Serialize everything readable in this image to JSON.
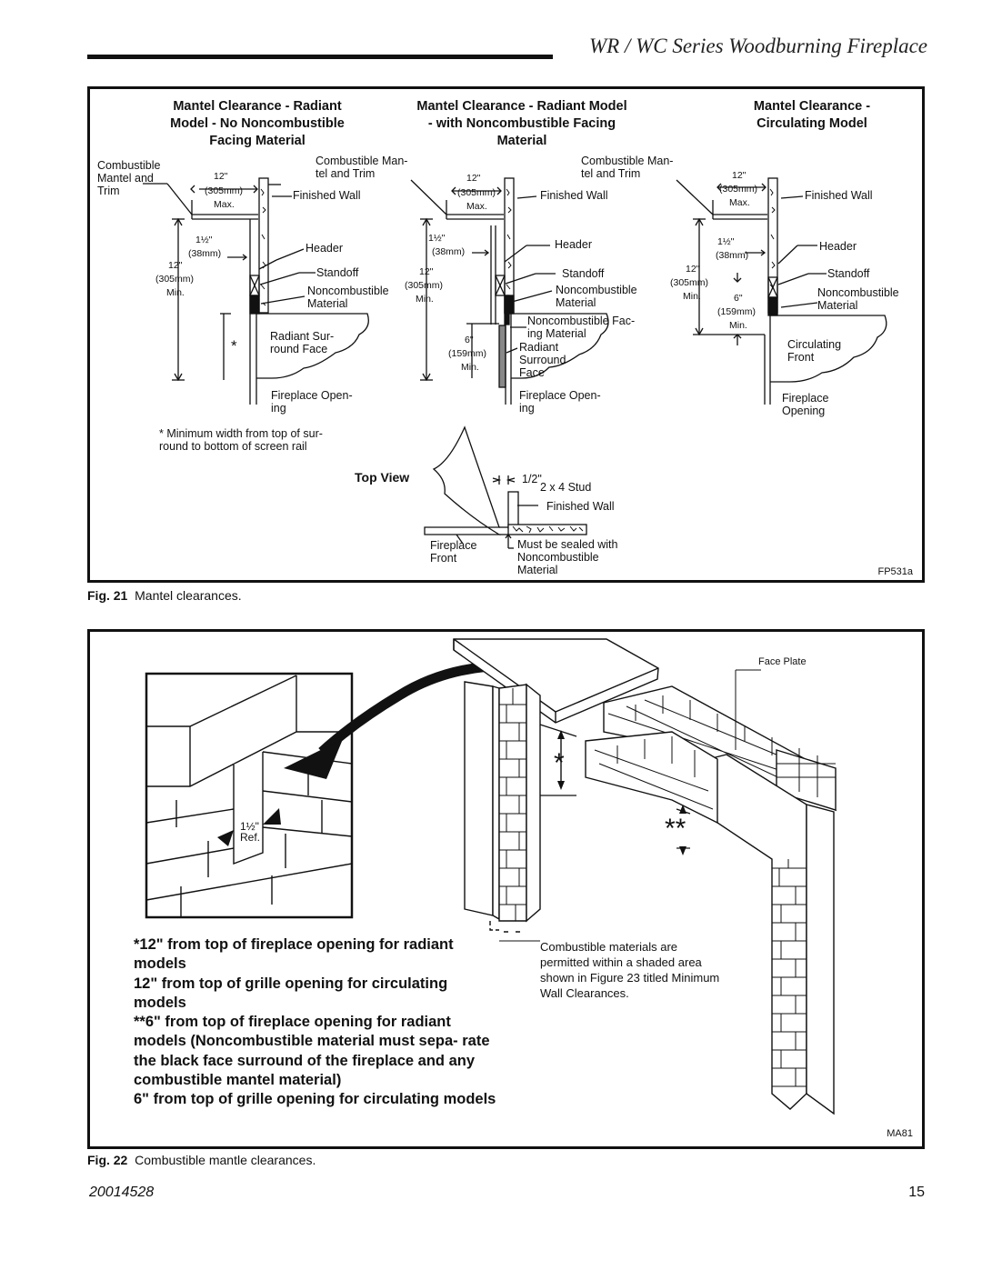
{
  "header": {
    "title": "WR / WC Series Woodburning Fireplace"
  },
  "fig21": {
    "col1_heading": "Mantel Clearance - Radiant\nModel - No Noncombustible\nFacing Material",
    "col2_heading": "Mantel Clearance - Radiant Model\n- with Noncombustible Facing\nMaterial",
    "col3_heading": "Mantel Clearance -\nCirculating Model",
    "d1": {
      "combustible": "Combustible\nMantel and\nTrim",
      "mantel_trim": "Combustible Man-\ntel and Trim",
      "finished_wall": "Finished Wall",
      "dim_12": "12\"",
      "dim_305max": "(305mm)",
      "max": "Max.",
      "dim_1half": "1½\"",
      "dim_38": "(38mm)",
      "dim_12b": "12\"",
      "dim_305min": "(305mm)",
      "min": "Min.",
      "header": "Header",
      "standoff": "Standoff",
      "noncomb": "Noncombustible\nMaterial",
      "radiant": "Radiant Sur-\nround Face",
      "opening": "Fireplace Open-\ning",
      "star": "*",
      "footnote": "* Minimum width from top of sur-\nround to bottom of screen rail"
    },
    "d2": {
      "mantel_trim": "Combustible Man-\ntel and Trim",
      "dim_12": "12\"",
      "dim_305max": "(305mm)",
      "max": "Max.",
      "finished_wall": "Finished Wall",
      "dim_1half": "1½\"",
      "dim_38": "(38mm)",
      "header": "Header",
      "dim_12b": "12\"",
      "dim_305min": "(305mm)",
      "min": "Min.",
      "standoff": "Standoff",
      "noncomb": "Noncombustible\nMaterial",
      "noncomb_facing": "Noncombustible Fac-\ning Material",
      "dim_6": "6\"",
      "dim_159": "(159mm)",
      "min2": "Min.",
      "radiant": "Radiant\nSurround\nFace",
      "opening": "Fireplace Open-\ning"
    },
    "d3": {
      "dim_12": "12\"",
      "dim_305max": "(305mm)",
      "max": "Max.",
      "finished_wall": "Finished Wall",
      "dim_1half": "1½\"",
      "dim_38": "(38mm)",
      "header": "Header",
      "dim_12b": "12\"",
      "dim_305min": "(305mm)",
      "min": "Min.",
      "dim_6": "6\"",
      "dim_159": "(159mm)",
      "min2": "Min.",
      "standoff": "Standoff",
      "noncomb": "Noncombustible\nMaterial",
      "circ_front": "Circulating\nFront",
      "opening": "Fireplace\nOpening"
    },
    "top_view": {
      "title": "Top View",
      "dim_half": "1/2\"",
      "stud": "2 x 4 Stud",
      "finished_wall": "Finished Wall",
      "fp_front": "Fireplace\nFront",
      "sealed": "Must be sealed with\nNoncombustible\nMaterial"
    },
    "code": "FP531a"
  },
  "caption21": {
    "num": "Fig. 21",
    "text": "Mantel clearances."
  },
  "fig22": {
    "face_plate": "Face Plate",
    "ref": "1½\"\nRef.",
    "star1": "*",
    "star2": "**",
    "notes": [
      "*12\" from top of fireplace opening for radiant models",
      "12\" from top of grille opening for circulating models",
      "**6\" from top of fireplace opening for radiant models (Noncombustible material must sepa- rate the black face surround of the fireplace and any combustible mantel material)",
      "6\" from top of grille opening for circulating models"
    ],
    "comb_note": "Combustible materials are permitted within a shaded area shown in Figure 23 titled Minimum Wall Clearances.",
    "code": "MA81"
  },
  "caption22": {
    "num": "Fig. 22",
    "text": "Combustible mantle clearances."
  },
  "footer": {
    "doc_number": "20014528",
    "page": "15"
  }
}
